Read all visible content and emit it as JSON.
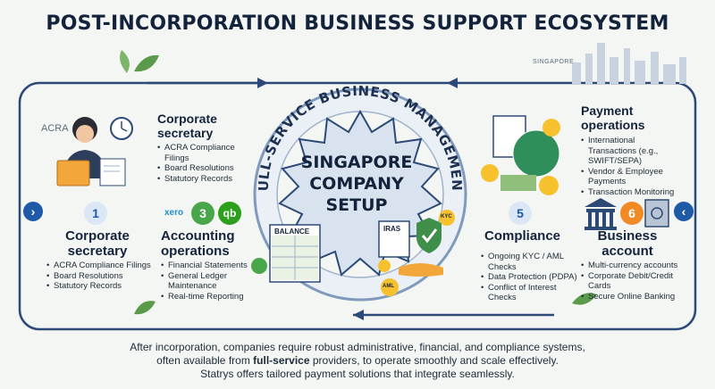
{
  "title": "POST-INCORPORATION BUSINESS SUPPORT ECOSYSTEM",
  "ring_label": "FULL-SERVICE BUSINESS MANAGEMENT",
  "center": {
    "line1": "SINGAPORE",
    "line2": "COMPANY",
    "line3": "SETUP"
  },
  "top_left": {
    "logo": "ACRA",
    "heading": [
      "Corporate",
      "secretary"
    ],
    "items": [
      "ACRA Compliance Filings",
      "Board Resolutions",
      "Statutory Records"
    ]
  },
  "left": {
    "number": "1",
    "heading": [
      "Corporate",
      "secretary"
    ],
    "items": [
      "ACRA Compliance Filings",
      "Board Resolutions",
      "Statutory Records"
    ]
  },
  "accounting": {
    "logo_xero": "xero",
    "number": "3",
    "logo_qb": "qb",
    "heading": [
      "Accounting",
      "operations"
    ],
    "items": [
      "Financial Statements",
      "General Ledger Maintenance",
      "Real-time Reporting"
    ],
    "balance_label": "BALANCE"
  },
  "compliance": {
    "number": "5",
    "heading": "Compliance",
    "items": [
      "Ongoing KYC / AML Checks",
      "Data Protection (PDPA)",
      "Conflict of Interest Checks"
    ],
    "iras_label": "IRAS",
    "kyc_label": "KYC",
    "aml_label": "AML"
  },
  "payments": {
    "heading": [
      "Payment",
      "operations"
    ],
    "items": [
      "International Transactions (e.g., SWIFT/SEPA)",
      "Vendor & Employee Payments",
      "Transaction Monitoring"
    ]
  },
  "business_account": {
    "number": "6",
    "heading": [
      "Business",
      "account"
    ],
    "items": [
      "Multi-currency accounts",
      "Corporate Debit/Credit Cards",
      "Secure Online Banking"
    ]
  },
  "skyline_label": "SINGAPORE",
  "nav": {
    "left": "›",
    "right": "‹"
  },
  "footer": {
    "line1": "After incorporation, companies require robust administrative, financial, and compliance systems,",
    "line2_pre": "often available from ",
    "line2_bold": "full-service",
    "line2_post": " providers, to operate smoothly and scale effectively.",
    "line3": "Statrys offers tailored payment solutions that integrate seamlessly."
  },
  "colors": {
    "primary": "#1e5aa8",
    "ring": "#2c4a78",
    "accent_green": "#5a9a4a",
    "accent_orange": "#f08a24",
    "dark": "#14233c"
  }
}
